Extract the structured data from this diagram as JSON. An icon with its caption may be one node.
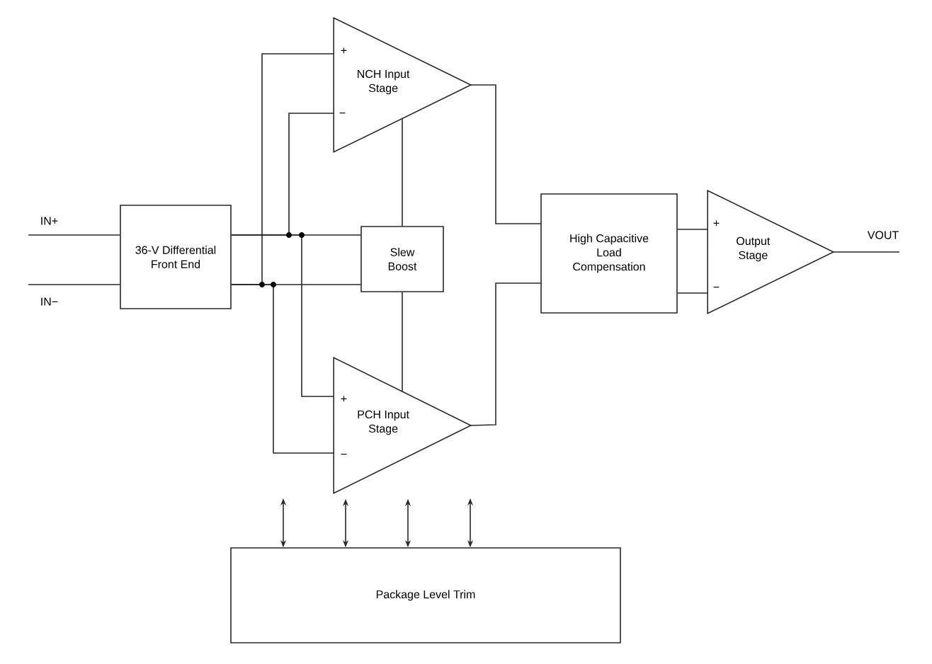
{
  "diagram": {
    "nodes": [
      {
        "text": [
          "36-V Differential Front End"
        ]
      },
      {
        "text": [
          "NCH Input Stage"
        ]
      },
      {
        "text": [
          "Slew Boost"
        ]
      },
      {
        "text": [
          "PCH Input Stage"
        ]
      },
      {
        "text": [
          "High Capacitive Load Compensation"
        ]
      },
      {
        "text": [
          "Output Stage"
        ]
      },
      {
        "text": [
          "Package Level Trim"
        ]
      }
    ],
    "edges": [
      {
        "from": null,
        "to": 0,
        "arrow": "none"
      },
      {
        "from": null,
        "to": 0,
        "arrow": "none"
      },
      {
        "from": 0,
        "to": 2,
        "arrow": "none"
      },
      {
        "from": 0,
        "to": 2,
        "arrow": "none"
      },
      {
        "from": 0,
        "to": 1,
        "arrow": "none"
      },
      {
        "from": 0,
        "to": 1,
        "arrow": "none"
      },
      {
        "from": 0,
        "to": 3,
        "arrow": "none"
      },
      {
        "from": 0,
        "to": 3,
        "arrow": "none"
      },
      {
        "from": 2,
        "to": 1,
        "arrow": "none"
      },
      {
        "from": 2,
        "to": 3,
        "arrow": "none"
      },
      {
        "from": 1,
        "to": 4,
        "arrow": "none"
      },
      {
        "from": 3,
        "to": 4,
        "arrow": "none"
      },
      {
        "from": 4,
        "to": 5,
        "arrow": "none"
      },
      {
        "from": 4,
        "to": 5,
        "arrow": "none"
      },
      {
        "from": 5,
        "to": null,
        "arrow": "none"
      },
      {
        "from": 6,
        "to": null,
        "arrow": "both"
      },
      {
        "from": 6,
        "to": 3,
        "arrow": "both"
      },
      {
        "from": 6,
        "to": 3,
        "arrow": "both"
      },
      {
        "from": 6,
        "to": null,
        "arrow": "both"
      }
    ],
    "labels": [
      "+",
      "−",
      "IN+",
      "+",
      "VOUT",
      "−",
      "IN−",
      "+",
      "−"
    ]
  }
}
